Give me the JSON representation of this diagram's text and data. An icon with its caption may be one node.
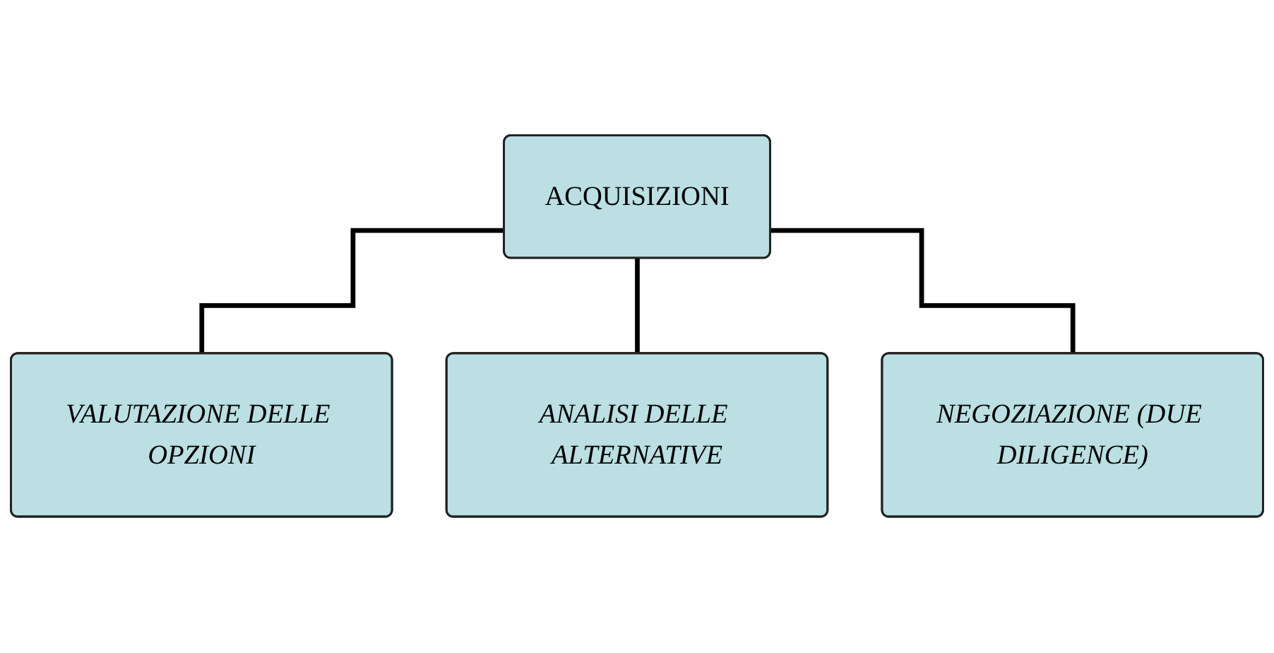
{
  "diagram": {
    "nodes": [
      {
        "text": [
          "ACQUISIZIONI"
        ]
      },
      {
        "text": [
          "VALUTAZIONE DELLE OPZIONI"
        ]
      },
      {
        "text": [
          "ANALISI DELLE ALTERNATIVE"
        ]
      },
      {
        "text": [
          "NEGOZIAZIONE (DUE DILIGENCE)"
        ]
      }
    ],
    "edges": [
      {
        "from": 0,
        "to": 1,
        "arrow": "none"
      },
      {
        "from": 0,
        "to": 2,
        "arrow": "none"
      },
      {
        "from": 0,
        "to": 3,
        "arrow": "none"
      }
    ]
  }
}
